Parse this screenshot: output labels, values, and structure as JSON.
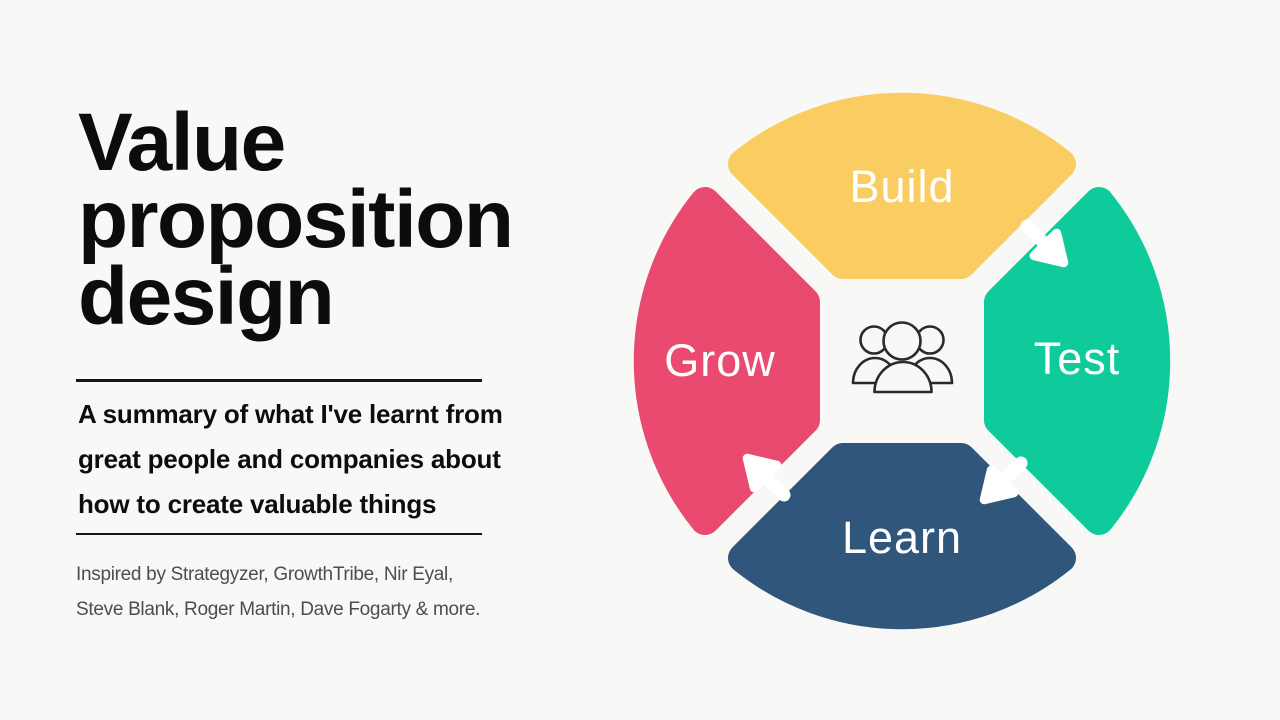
{
  "slide": {
    "title_lines": [
      "Value",
      "proposition",
      "design"
    ],
    "subtitle_lines": [
      "A summary of what I've learnt from",
      "great people and companies about",
      "how to create valuable things"
    ],
    "credits_lines": [
      "Inspired by Strategyzer, GrowthTribe, Nir Eyal,",
      "Steve Blank, Roger Martin, Dave Fogarty & more."
    ]
  },
  "colors": {
    "background": "#f8f8f6",
    "title_text": "#0c0c0c",
    "credits_text": "#4d4d4d",
    "divider": "#161616",
    "arrow": "#ffffff",
    "icon_stroke": "#2a2a2a"
  },
  "diagram": {
    "type": "cycle",
    "center_icon": "people-group-icon",
    "steps": [
      {
        "label": "Build",
        "color": "#FACD63",
        "position": "top"
      },
      {
        "label": "Test",
        "color": "#0FCB9B",
        "position": "right"
      },
      {
        "label": "Learn",
        "color": "#30567B",
        "position": "bottom"
      },
      {
        "label": "Grow",
        "color": "#EA4A6F",
        "position": "left"
      }
    ],
    "arrows": [
      {
        "from": "Build",
        "to": "Test"
      },
      {
        "from": "Test",
        "to": "Learn"
      },
      {
        "from": "Learn",
        "to": "Grow"
      }
    ]
  }
}
